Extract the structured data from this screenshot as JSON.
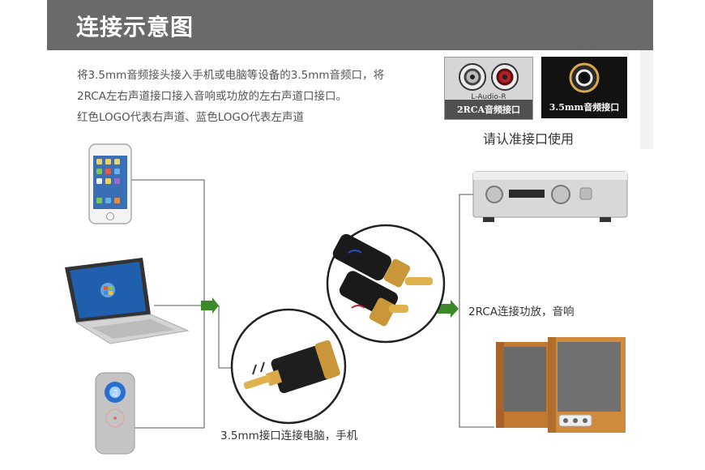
{
  "header": {
    "title": "连接示意图"
  },
  "description": {
    "lines": [
      "将3.5mm音频接头接入手机或电脑等设备的3.5mm音频口，将",
      "2RCA左右声道接口接入音响或功放的左右声道口接口。",
      "红色LOGO代表右声道、蓝色LOGO代表左声道"
    ]
  },
  "ports": {
    "rca_label": "2RCA音频接口",
    "rca_lr_label": "L-Audio-R",
    "jack_label": "3.5mm音频接口",
    "note": "请认准接口使用"
  },
  "labels": {
    "jack_connect": "3.5mm接口连接电脑，手机",
    "rca_connect": "2RCA连接功放，音响"
  },
  "colors": {
    "header_bg": "#6a6a6a",
    "arrow": "#3a8a2a",
    "line": "#555555"
  }
}
